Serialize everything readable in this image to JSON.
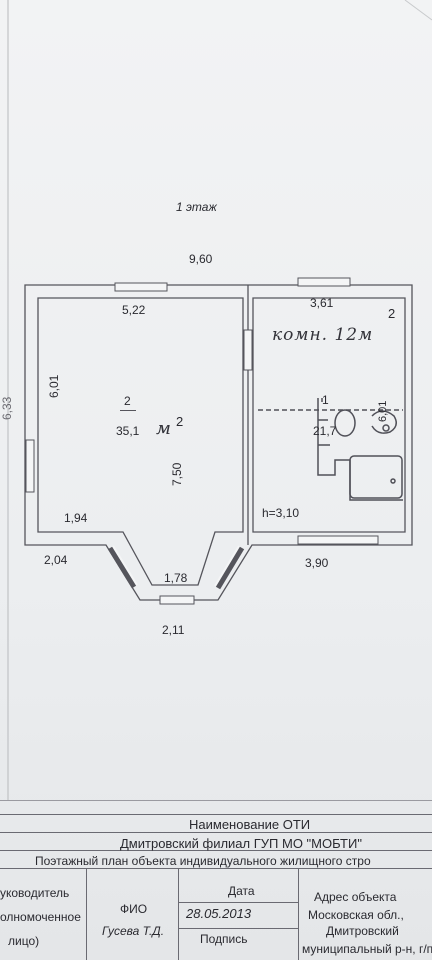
{
  "plan": {
    "floor": "1 этаж",
    "dims": {
      "total_width": "9,60",
      "big_room_width": "5,22",
      "small_room_width": "3,61",
      "left_height": "6,01",
      "outer_edge": "6,33",
      "big_room_depth": "7,50",
      "bath_depth": "6,01",
      "bottom_left_inner": "1,94",
      "bay_side": "2,04",
      "small_room_bottom": "3,90",
      "bay_inner": "1,78",
      "bay_outer": "2,11"
    },
    "room_note": "комн. 12м",
    "room_note_sup": "2",
    "room1": {
      "number": "1",
      "area": "21,7"
    },
    "room2": {
      "number": "2",
      "area": "35,1",
      "unit": "м",
      "unit_sup": "2"
    },
    "ceiling_height": "h=3,10"
  },
  "title_block": {
    "oti_label": "Наименование ОТИ",
    "oti_name": "Дмитровский филиал ГУП МО \"МОБТИ\"",
    "plan_title": "Поэтажный план объекта индивидуального жилищного стро",
    "head_label_1": "уководитель",
    "head_label_2": "олномоченное",
    "head_label_3": "лицо)",
    "fio_label": "ФИО",
    "fio_value": "Гусева Т.Д.",
    "date_label": "Дата",
    "date_value": "28.05.2013",
    "signature_label": "Подпись",
    "address_label": "Адрес объекта",
    "address_line_1": "Московская обл.,",
    "address_line_2": "Дмитровский",
    "address_line_3": "муниципальный р-н, г/п"
  }
}
